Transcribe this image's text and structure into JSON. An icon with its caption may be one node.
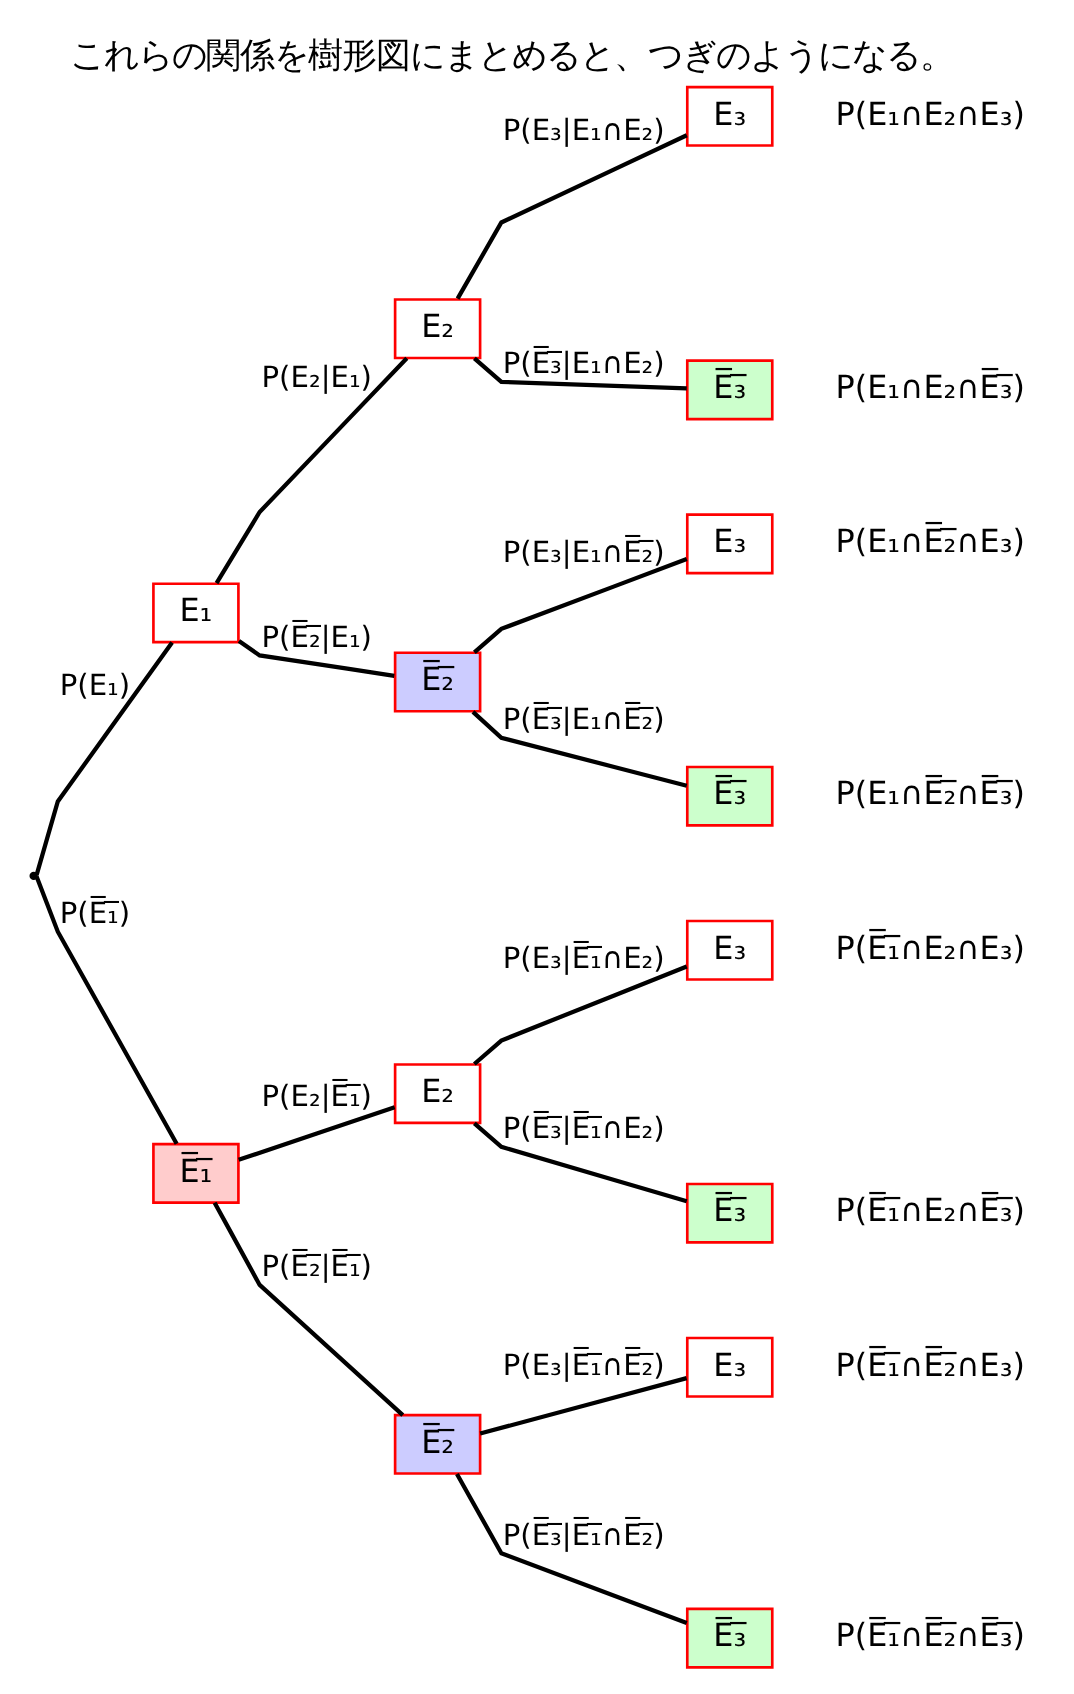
{
  "diagram": {
    "title": "これらの関係を樹形図にまとめると、つぎのようになる。",
    "nodes": [
      {
        "text": [],
        "shape": "point"
      },
      {
        "text": [
          "E₁"
        ]
      },
      {
        "text": [
          "E₂"
        ]
      },
      {
        "text": [
          "E₃"
        ],
        "beside": [
          "P(E₁∩E₂∩E₃)"
        ]
      },
      {
        "text": [
          "E̅₃̅"
        ],
        "beside": [
          "P(E₁∩E₂∩E̅₃̅)"
        ]
      },
      {
        "text": [
          "E̅₂̅"
        ]
      },
      {
        "text": [
          "E₃"
        ],
        "beside": [
          "P(E₁∩E̅₂̅∩E₃)"
        ]
      },
      {
        "text": [
          "E̅₃̅"
        ],
        "beside": [
          "P(E₁∩E̅₂̅∩E̅₃̅)"
        ]
      },
      {
        "text": [
          "E̅₁̅"
        ]
      },
      {
        "text": [
          "E₂"
        ]
      },
      {
        "text": [
          "E₃"
        ],
        "beside": [
          "P(E̅₁̅∩E₂∩E₃)"
        ]
      },
      {
        "text": [
          "E̅₃̅"
        ],
        "beside": [
          "P(E̅₁̅∩E₂∩E̅₃̅)"
        ]
      },
      {
        "text": [
          "E̅₂̅"
        ]
      },
      {
        "text": [
          "E₃"
        ],
        "beside": [
          "P(E̅₁̅∩E̅₂̅∩E₃)"
        ]
      },
      {
        "text": [
          "E̅₃̅"
        ],
        "beside": [
          "P(E̅₁̅∩E̅₂̅∩E̅₃̅)"
        ]
      }
    ],
    "edges": [
      {
        "from": 0,
        "to": 1,
        "arrow": "none",
        "label": "P(E₁)"
      },
      {
        "from": 1,
        "to": 2,
        "arrow": "none",
        "label": "P(E₂|E₁)"
      },
      {
        "from": 2,
        "to": 3,
        "arrow": "none",
        "label": "P(E₃|E₁∩E₂)"
      },
      {
        "from": 2,
        "to": 4,
        "arrow": "none",
        "label": "P(E̅₃̅|E₁∩E₂)"
      },
      {
        "from": 1,
        "to": 5,
        "arrow": "none",
        "label": "P(E̅₂̅|E₁)"
      },
      {
        "from": 5,
        "to": 6,
        "arrow": "none",
        "label": "P(E₃|E₁∩E̅₂̅)"
      },
      {
        "from": 5,
        "to": 7,
        "arrow": "none",
        "label": "P(E̅₃̅|E₁∩E̅₂̅)"
      },
      {
        "from": 0,
        "to": 8,
        "arrow": "none",
        "label": "P(E̅₁̅)"
      },
      {
        "from": 8,
        "to": 9,
        "arrow": "none",
        "label": "P(E₂|E̅₁̅)"
      },
      {
        "from": 9,
        "to": 10,
        "arrow": "none",
        "label": "P(E₃|E̅₁̅∩E₂)"
      },
      {
        "from": 9,
        "to": 11,
        "arrow": "none",
        "label": "P(E̅₃̅|E̅₁̅∩E₂)"
      },
      {
        "from": 8,
        "to": 12,
        "arrow": "none",
        "label": "P(E̅₂̅|E̅₁̅)"
      },
      {
        "from": 12,
        "to": 13,
        "arrow": "none",
        "label": "P(E₃|E̅₁̅∩E̅₂̅)"
      },
      {
        "from": 12,
        "to": 14,
        "arrow": "none",
        "label": "P(E̅₃̅|E̅₁̅∩E̅₂̅)"
      }
    ]
  }
}
